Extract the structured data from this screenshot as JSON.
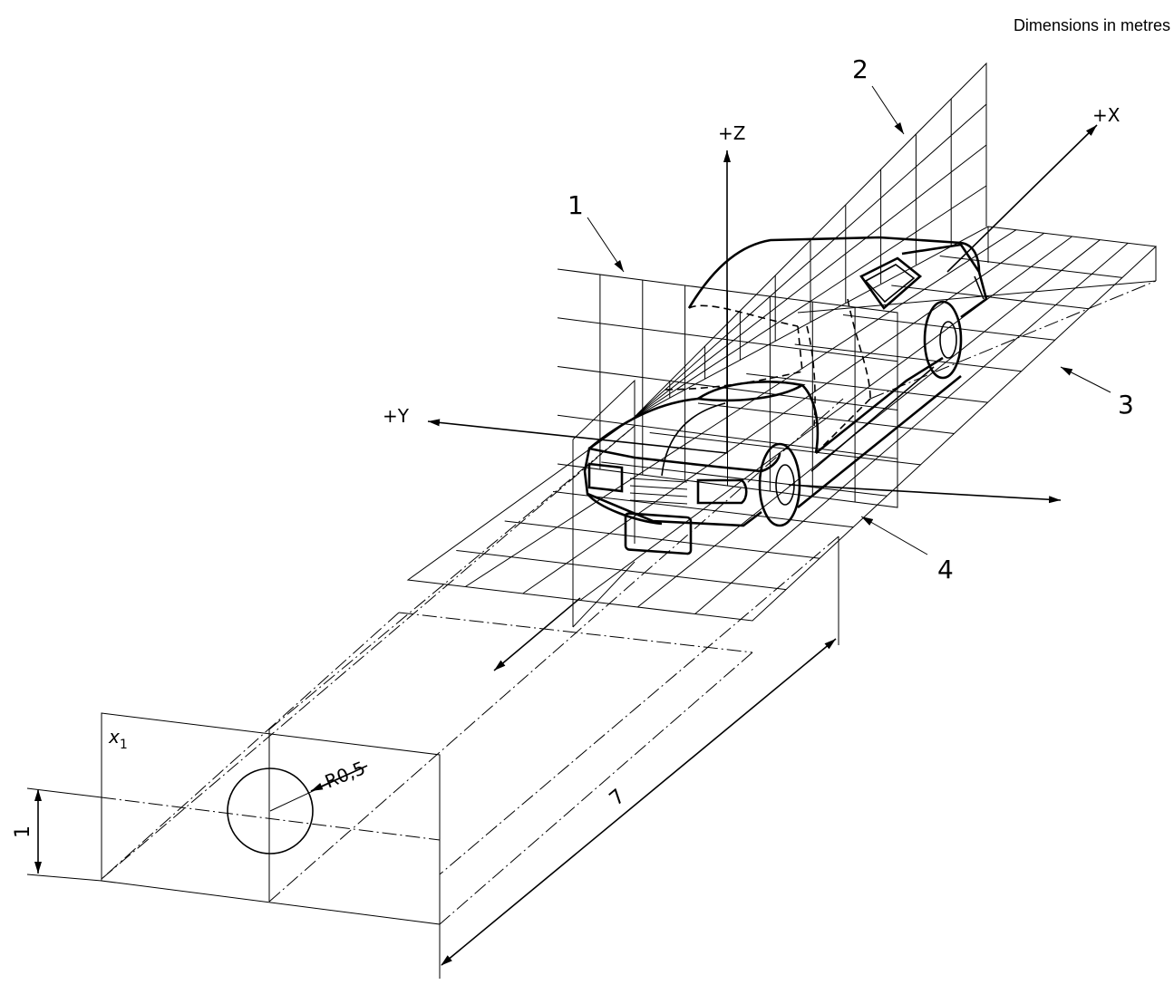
{
  "figure": {
    "dimensions_note": "Dimensions in metres",
    "axes": {
      "x": "+X",
      "y": "+Y",
      "z": "+Z"
    },
    "callouts": {
      "c1": "1",
      "c2": "2",
      "c3": "3",
      "c4": "4"
    },
    "dimensions": {
      "radius": "R0,5",
      "height": "1",
      "length": "7"
    },
    "reference_plane": {
      "label_letter": "x",
      "label_subscript": "1"
    }
  }
}
